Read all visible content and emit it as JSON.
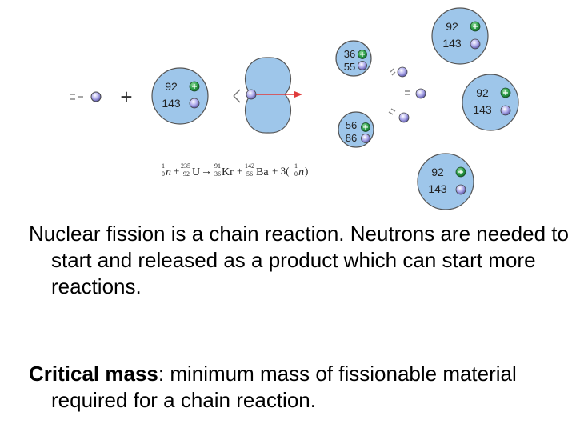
{
  "colors": {
    "nucleus": "#9ec6ea",
    "nucleus_stroke": "#555555",
    "proton": "#2e9a4a",
    "neutron": "#9d9ad8",
    "arrow": "#e03a3a"
  },
  "diagram": {
    "incoming_neutron": {
      "icon": "neutron-icon"
    },
    "plus": "+",
    "uranium": {
      "protons": "92",
      "neutrons": "143"
    },
    "krypton": {
      "protons": "36",
      "neutrons": "55"
    },
    "barium": {
      "protons": "56",
      "neutrons": "86"
    },
    "product_uranium": [
      {
        "protons": "92",
        "neutrons": "143"
      },
      {
        "protons": "92",
        "neutrons": "143"
      },
      {
        "protons": "92",
        "neutrons": "143"
      }
    ],
    "equation": {
      "n_mass": "1",
      "n_num": "0",
      "n": "n",
      "plus1": "+",
      "u_mass": "235",
      "u_num": "92",
      "u": "U",
      "arrow": "→",
      "kr_mass": "91",
      "kr_num": "36",
      "kr": "Kr",
      "plus2": "+",
      "ba_mass": "142",
      "ba_num": "56",
      "ba": "Ba",
      "plus3": "+ 3(",
      "n2_mass": "1",
      "n2_num": "0",
      "n2": "n",
      "close": ")"
    }
  },
  "text": {
    "p1": "Nuclear fission is a chain reaction.  Neutrons are needed to start and released as a product which can start more reactions.",
    "p2_term": "Critical mass",
    "p2_rest": ":  minimum mass of fissionable material required for a chain reaction."
  }
}
